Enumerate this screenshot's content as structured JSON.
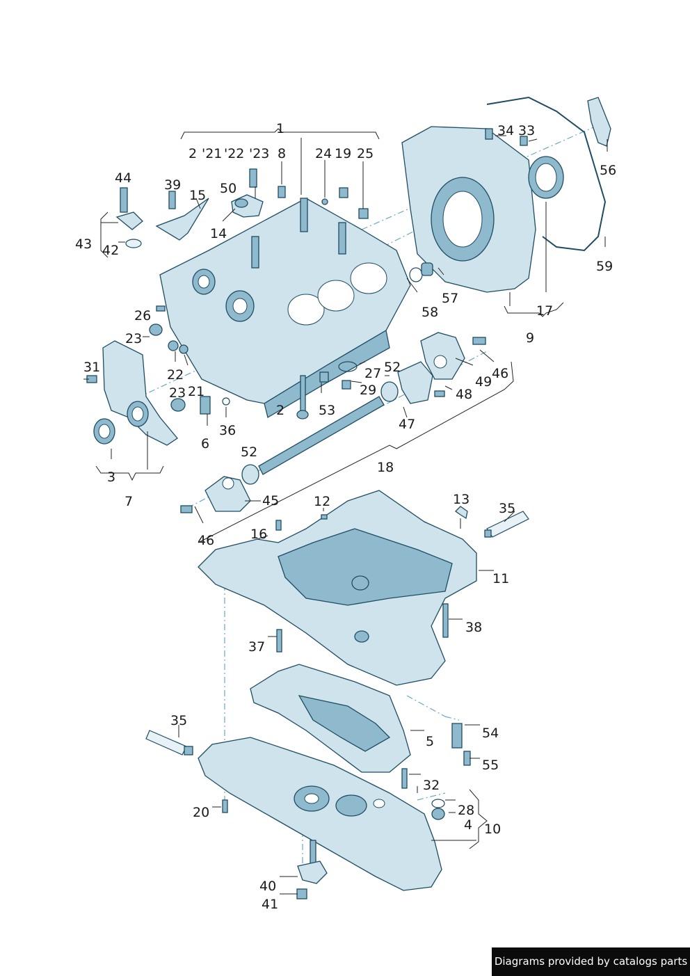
{
  "footer": {
    "credit": "Diagrams provided by catalogs parts"
  },
  "callouts": [
    "1",
    "2",
    "'21",
    "'22",
    "'23",
    "8",
    "24",
    "19",
    "25",
    "44",
    "39",
    "15",
    "50",
    "43",
    "42",
    "14",
    "34",
    "33",
    "56",
    "59",
    "57",
    "58",
    "17",
    "9",
    "26",
    "23",
    "22",
    "31",
    "21",
    "23",
    "27",
    "52",
    "46",
    "49",
    "29",
    "48",
    "53",
    "2",
    "36",
    "6",
    "47",
    "3",
    "7",
    "52",
    "18",
    "45",
    "46",
    "12",
    "13",
    "35",
    "16",
    "11",
    "38",
    "37",
    "54",
    "5",
    "35",
    "55",
    "32",
    "28",
    "4",
    "10",
    "20",
    "40",
    "41"
  ],
  "colors": {
    "line": "#1e4c63",
    "fill": "#cfe3ec",
    "shade": "#8fb9cc",
    "centerline": "#6aa8c4"
  }
}
